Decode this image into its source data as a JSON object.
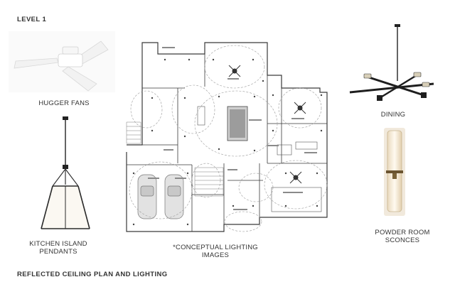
{
  "header": {
    "level": "LEVEL 1"
  },
  "footer": {
    "title": "REFLECTED CEILING PLAN AND LIGHTING"
  },
  "fixtures": {
    "hugger_fans": "HUGGER FANS",
    "kitchen_line1": "KITCHEN ISLAND",
    "kitchen_line2": "PENDANTS",
    "dining": "DINING",
    "powder_line1": "POWDER ROOM",
    "powder_line2": "SCONCES"
  },
  "plan": {
    "note_line1": "*CONCEPTUAL LIGHTING",
    "note_line2": "IMAGES"
  }
}
